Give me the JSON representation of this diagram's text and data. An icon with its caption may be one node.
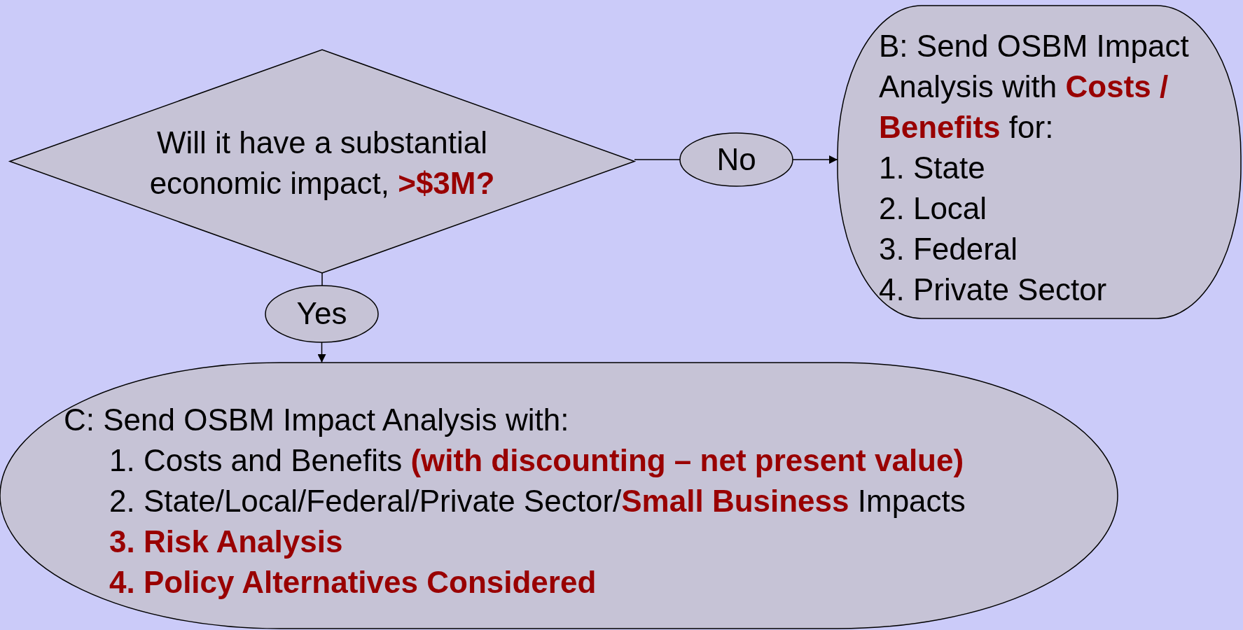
{
  "diagram": {
    "nodes": [
      {
        "text": [
          "Will it have a substantial economic impact, **>$3M?**"
        ]
      },
      {
        "text": [
          "No"
        ]
      },
      {
        "text": [
          "B: Send OSBM Impact Analysis with **Costs / Benefits** for:",
          "1. State",
          "2. Local",
          "3. Federal",
          "4. Private Sector"
        ]
      },
      {
        "text": [
          "Yes"
        ]
      },
      {
        "text": [
          "C: Send OSBM Impact Analysis with:",
          "1. Costs and Benefits **(with discounting – net present value)**",
          "2. State/Local/Federal/Private Sector/**Small Business** Impacts",
          "3. Risk Analysis",
          "4. Policy Alternatives Considered"
        ]
      }
    ],
    "edges": [
      {
        "from": 0,
        "to": 1,
        "arrow": "none"
      },
      {
        "from": 1,
        "to": 2,
        "arrow": "to"
      },
      {
        "from": 0,
        "to": 3,
        "arrow": "none"
      },
      {
        "from": 3,
        "to": 4,
        "arrow": "to"
      }
    ]
  }
}
